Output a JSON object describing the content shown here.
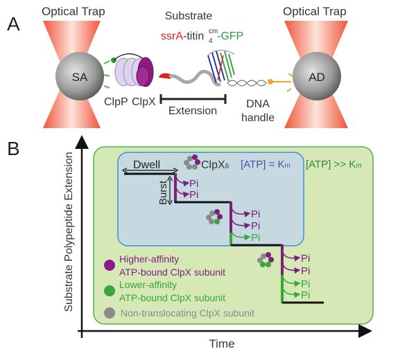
{
  "panel_a": {
    "label": "A",
    "left_trap_label": "Optical Trap",
    "right_trap_label": "Optical Trap",
    "left_bead": "SA",
    "right_bead": "AD",
    "clpp_label": "ClpP",
    "clpx_label": "ClpX",
    "substrate_title": "Substrate",
    "substrate_parts": {
      "ssra": "ssrA",
      "titin": "-titin",
      "titin_sup": "cm",
      "titin_sub": "4",
      "gfp": "-GFP"
    },
    "extension_label": "Extension",
    "dna_label_1": "DNA",
    "dna_label_2": "handle"
  },
  "panel_b": {
    "label": "B",
    "y_axis_label": "Substrate Polypeptide Extension",
    "x_axis_label": "Time",
    "dwell_label": "Dwell",
    "burst_label": "Burst",
    "clpx6_label": "ClpX",
    "clpx6_sub": "6",
    "atp_km_label": "[ATP] = ",
    "atp_km_k": "K",
    "atp_km_sub": "m",
    "atp_high_label": "[ATP] >> ",
    "atp_high_k": "K",
    "atp_high_sub": "m",
    "pi": "Pi",
    "legend": [
      {
        "line1": "Higher-affinity",
        "line2": "ATP-bound ClpX subunit",
        "color": "#8b1a8b"
      },
      {
        "line1": "Lower-affinity",
        "line2": "ATP-bound ClpX subunit",
        "color": "#3aa53a"
      },
      {
        "line1": "Non-translocating ClpX subunit",
        "line2": "",
        "color": "#8a8a8a"
      }
    ]
  },
  "colors": {
    "purple": "#7a1f7a",
    "green": "#3aa53a",
    "gray": "#8a8a8a",
    "red": "#e0201c",
    "outer_box": "#d6e8b6",
    "inner_box": "#c6d9e0",
    "blue_text": "#4b4fa8"
  }
}
